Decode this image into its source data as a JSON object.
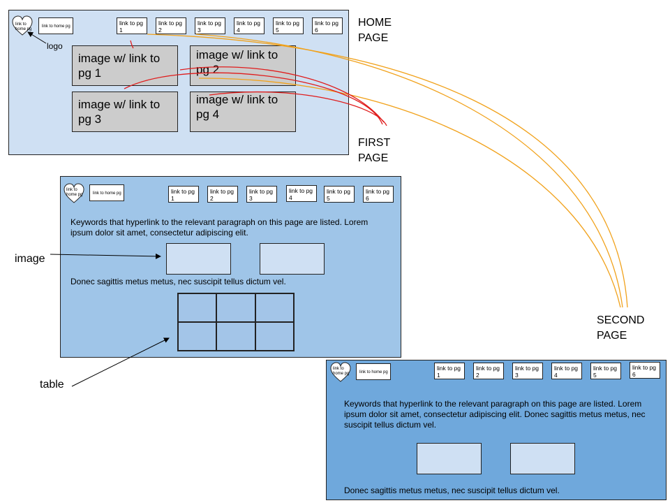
{
  "labels": {
    "home_page": "HOME\nPAGE",
    "first_page": "FIRST\nPAGE",
    "second_page": "SECOND\nPAGE",
    "logo": "logo",
    "image": "image",
    "table": "table"
  },
  "nav": {
    "logo_text": "link to home pg",
    "home_link": "link to home pg",
    "links": [
      "link to pg 1",
      "link to pg 2",
      "link to pg 3",
      "link to pg 4",
      "link to pg 5",
      "link to pg 6"
    ]
  },
  "home": {
    "tiles": [
      "image w/ link to pg 1",
      "image w/ link to pg 2",
      "image w/ link to pg 3",
      "image w/ link to pg 4"
    ]
  },
  "first": {
    "intro": "Keywords that hyperlink to the relevant paragraph on this page are listed. Lorem ipsum dolor sit amet, consectetur adipiscing elit.",
    "body": "Donec sagittis metus metus, nec suscipit tellus dictum vel."
  },
  "second": {
    "intro": "Keywords that hyperlink to the relevant paragraph on this page are listed. Lorem ipsum dolor sit amet, consectetur adipiscing elit. Donec sagittis metus metus, nec suscipit tellus dictum vel.",
    "body": "Donec sagittis metus metus, nec suscipit tellus dictum vel."
  },
  "colors": {
    "home_bg": "#cfe0f3",
    "first_bg": "#9fc5e8",
    "second_bg": "#6fa8dc",
    "connector_orange": "#f1a21c",
    "connector_red": "#e01b1b"
  }
}
